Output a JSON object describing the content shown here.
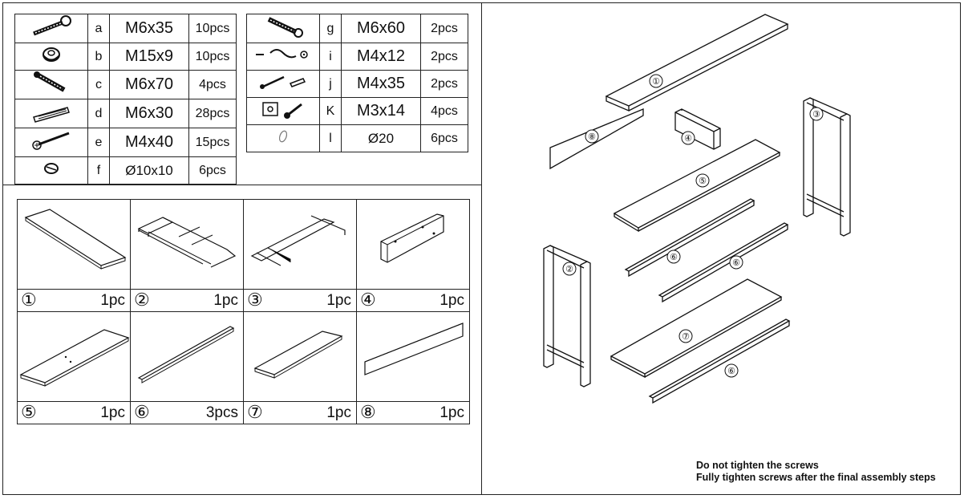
{
  "hardware_left": [
    {
      "letter": "a",
      "size": "M6x35",
      "qty": "10pcs",
      "icon": "bolt-icon"
    },
    {
      "letter": "b",
      "size": "M15x9",
      "qty": "10pcs",
      "icon": "cam-lock-icon"
    },
    {
      "letter": "c",
      "size": "M6x70",
      "qty": "4pcs",
      "icon": "bolt-icon"
    },
    {
      "letter": "d",
      "size": "M6x30",
      "qty": "28pcs",
      "icon": "dowel-icon"
    },
    {
      "letter": "e",
      "size": "M4x40",
      "qty": "15pcs",
      "icon": "screw-icon"
    },
    {
      "letter": "f",
      "size": "Ø10x10",
      "qty": "6pcs",
      "icon": "cap-icon"
    }
  ],
  "hardware_right": [
    {
      "letter": "g",
      "size": "M6x60",
      "qty": "2pcs",
      "icon": "bolt-icon"
    },
    {
      "letter": "i",
      "size": "M4x12",
      "qty": "2pcs",
      "icon": "wire-icon"
    },
    {
      "letter": "j",
      "size": "M4x35",
      "qty": "2pcs",
      "icon": "screw-anchor-icon"
    },
    {
      "letter": "K",
      "size": "M3x14",
      "qty": "4pcs",
      "icon": "bracket-screw-icon"
    },
    {
      "letter": "l",
      "size": "Ø20",
      "qty": "6pcs",
      "icon": "pad-icon"
    }
  ],
  "parts": [
    {
      "num": "①",
      "qty": "1pc",
      "icon": "top-panel-icon"
    },
    {
      "num": "②",
      "qty": "1pc",
      "icon": "side-frame-icon"
    },
    {
      "num": "③",
      "qty": "1pc",
      "icon": "side-frame-icon"
    },
    {
      "num": "④",
      "qty": "1pc",
      "icon": "back-board-icon"
    },
    {
      "num": "⑤",
      "qty": "1pc",
      "icon": "middle-shelf-icon"
    },
    {
      "num": "⑥",
      "qty": "3pcs",
      "icon": "rail-icon"
    },
    {
      "num": "⑦",
      "qty": "1pc",
      "icon": "bottom-shelf-icon"
    },
    {
      "num": "⑧",
      "qty": "1pc",
      "icon": "front-panel-icon"
    }
  ],
  "diagram_labels": {
    "p1": "①",
    "p2": "②",
    "p3": "③",
    "p4": "④",
    "p5": "⑤",
    "p6a": "⑥",
    "p6b": "⑥",
    "p6c": "⑥",
    "p7": "⑦",
    "p8": "⑧"
  },
  "note": {
    "line1": "Do not tighten the screws",
    "line2": "Fully tighten screws after the final assembly steps"
  }
}
